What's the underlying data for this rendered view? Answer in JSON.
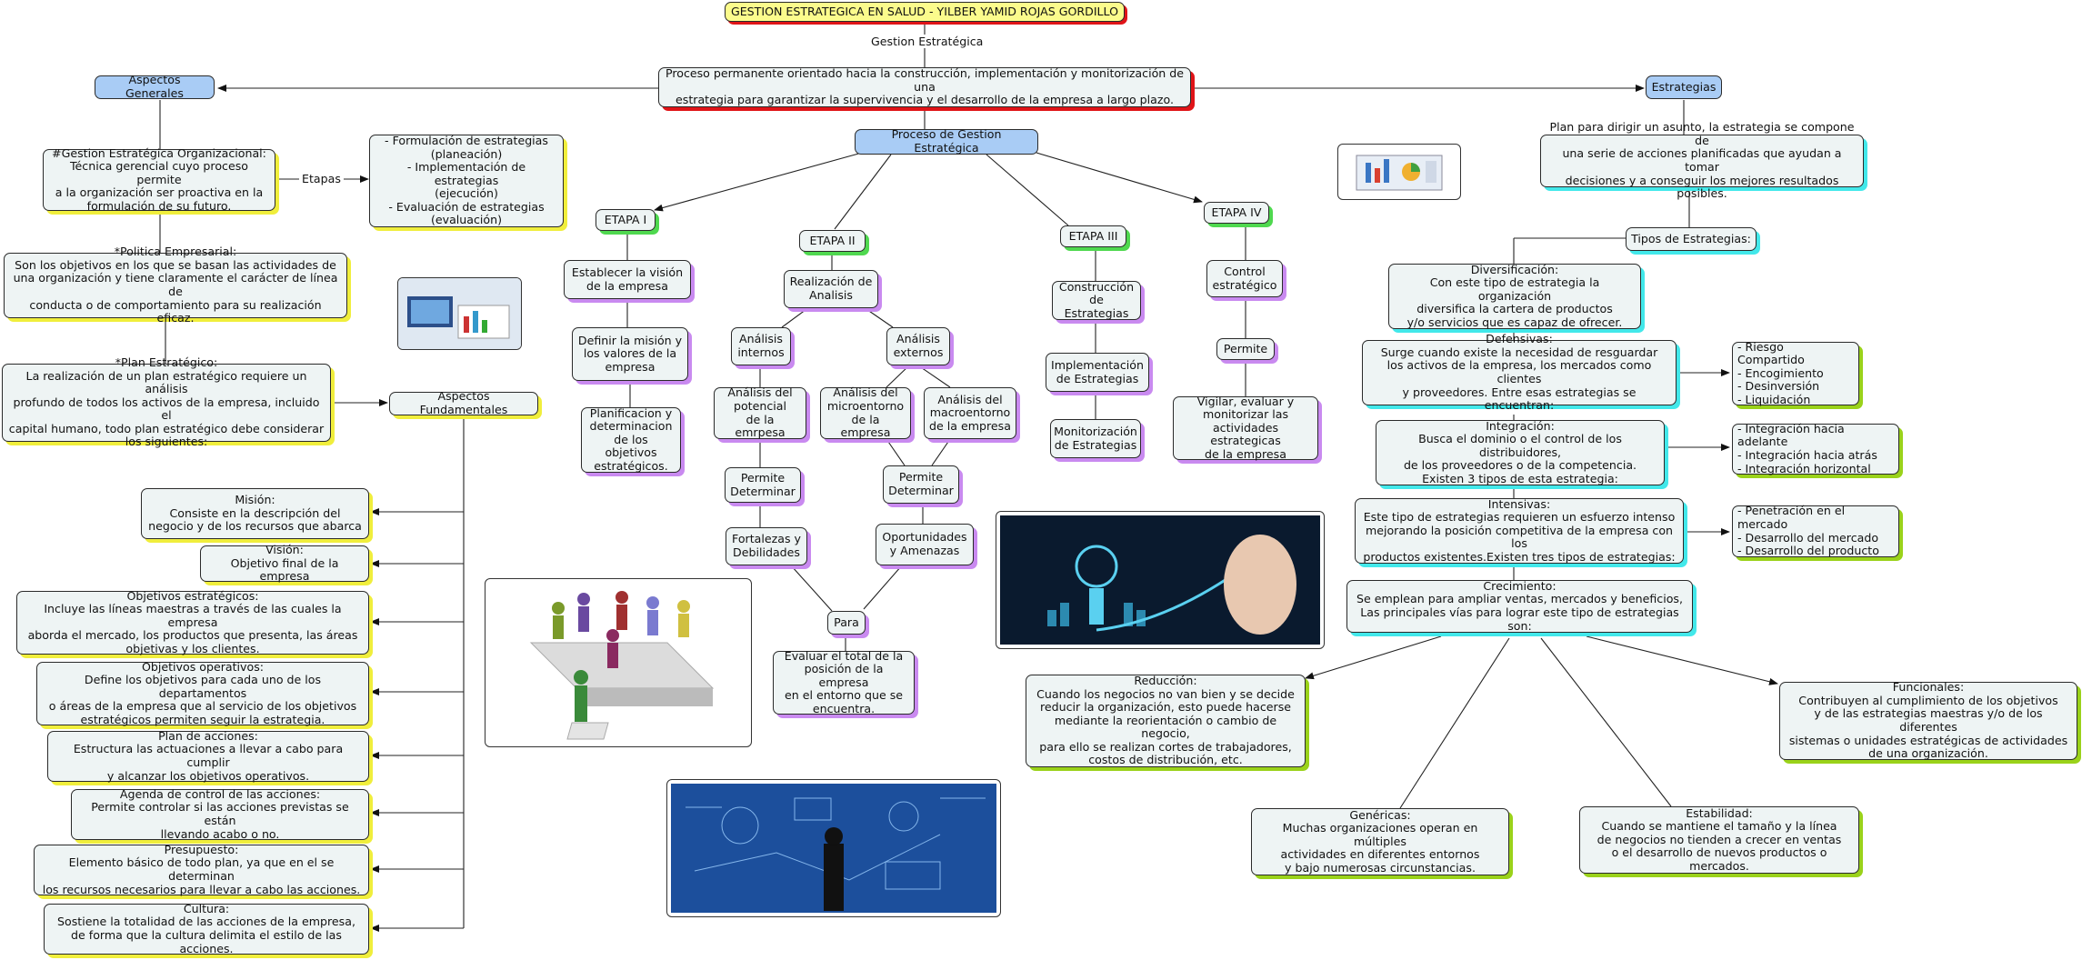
{
  "title": "GESTION ESTRATEGICA EN SALUD - YILBER YAMID ROJAS GORDILLO",
  "link_gestion": "Gestion Estratégica",
  "definition": "Proceso permanente orientado hacia la construcción, implementación y monitorización de una\nestrategia para garantizar la supervivencia y el desarrollo de la empresa a largo plazo.",
  "aspectos_generales": "Aspectos Generales",
  "estrategias": "Estrategias",
  "proceso": "Proceso de Gestion Estratégica",
  "gestion_org": "#Gestion Estratégica Organizacional:\nTécnica gerencial cuyo proceso permite\na la organización ser proactiva en la\nformulación de su futuro.",
  "link_etapas": "Etapas",
  "etapas_list": "- Formulación de estrategias\n(planeación)\n- Implementación de estrategias\n(ejecución)\n- Evaluación de estrategias\n(evaluación)",
  "politica": "*Politica Empresarial:\nSon los objetivos en los que se basan las actividades de\nuna organización y tiene claramente el carácter de línea de\nconducta o de comportamiento para su realización eficaz.",
  "plan": "*Plan Estratégico:\nLa realización de un plan estratégico requiere un análisis\nprofundo de todos los activos de la empresa, incluido el\ncapital humano, todo plan estratégico debe considerar\nlos siguientes:",
  "aspectos_fund": "Aspectos Fundamentales",
  "fundamentales": [
    "Misión:\nConsiste en la descripción del\nnegocio y de los recursos que abarca",
    "Visión:\nObjetivo final de la empresa",
    "Objetivos estratégicos:\nIncluye las líneas maestras a través de las cuales la empresa\naborda el mercado, los productos que presenta, las áreas\nobjetivas y los clientes.",
    "Objetivos operativos:\nDefine los objetivos para cada uno de los departamentos\no áreas de la empresa que al servicio de los objetivos\nestratégicos permiten seguir la estrategia.",
    "Plan de acciones:\nEstructura las actuaciones a llevar a cabo para cumplir\ny alcanzar los objetivos operativos.",
    "Agenda de control de las acciones:\nPermite controlar si las acciones previstas se están\nllevando acabo o no.",
    "Presupuesto:\nElemento básico de todo plan, ya que en el se determinan\nlos recursos necesarios para llevar a cabo las acciones.",
    "Cultura:\nSostiene la totalidad de las acciones de la empresa,\nde forma que la cultura delimita el estilo de las acciones."
  ],
  "etapa1": {
    "label": "ETAPA I",
    "items": [
      "Establecer la visión\nde la empresa",
      "Definir la misión y\nlos valores de la\nempresa",
      "Planificacion y\ndeterminacion\nde los objetivos\nestratégicos."
    ]
  },
  "etapa2": {
    "label": "ETAPA II",
    "realizacion": "Realización de\nAnalisis",
    "internos": "Análisis\ninternos",
    "externos": "Análisis\nexternos",
    "potencial": "Análisis del\npotencial\nde la emrpesa",
    "micro": "Análisis del\nmicroentorno\nde la empresa",
    "macro": "Análisis del\nmacroentorno\nde la empresa",
    "permite1": "Permite\nDeterminar",
    "permite2": "Permite\nDeterminar",
    "fortalezas": "Fortalezas y\nDebilidades",
    "oportunidades": "Oportunidades\ny Amenazas",
    "para": "Para",
    "evaluar": "Evaluar el total de la\nposición de la empresa\nen el entorno que se\nencuentra."
  },
  "etapa3": {
    "label": "ETAPA III",
    "items": [
      "Construcción\nde Estrategias",
      "Implementación\nde Estrategias",
      "Monitorización\nde Estrategias"
    ]
  },
  "etapa4": {
    "label": "ETAPA IV",
    "control": "Control\nestratégico",
    "permite": "Permite",
    "vigilar": "Vigilar, evaluar y\nmonitorizar las\nactividades estrategicas\nde la empresa"
  },
  "estrategia_def": "Plan para dirigir un asunto, la estrategia se compone de\nuna serie de acciones planificadas que ayudan a tomar\ndecisiones y a conseguir los mejores resultados posibles.",
  "tipos": "Tipos de Estrategias:",
  "diversificacion": "Diversificación:\nCon este tipo de estrategia la organización\ndiversifica la cartera de productos\ny/o servicios que es capaz de ofrecer.",
  "defensivas": "Defensivas:\nSurge cuando existe la necesidad de resguardar\nlos activos de la empresa, los mercados como clientes\ny proveedores. Entre esas estrategias se encuentran:",
  "defensivas_list": "- Riesgo Compartido\n- Encogimiento\n- Desinversión\n- Liquidación",
  "integracion": "Integración:\nBusca el dominio o el control de los distribuidores,\nde los proveedores o de la competencia.\nExisten 3 tipos de esta estrategia:",
  "integracion_list": "- Integración hacia adelante\n- Integración hacia atrás\n- Integración horizontal",
  "intensivas": "Intensivas:\nEste tipo de estrategias requieren un esfuerzo intenso\nmejorando la posición competitiva de la empresa con los\nproductos existentes.Existen tres tipos de estrategias:",
  "intensivas_list": "- Penetración en el mercado\n- Desarrollo del mercado\n- Desarrollo del producto",
  "crecimiento": "Crecimiento:\nSe emplean para ampliar ventas, mercados y beneficios,\nLas principales vías para lograr este tipo de estrategias son:",
  "reduccion": "Reducción:\nCuando los negocios no van bien y se decide\nreducir la organización, esto puede hacerse\nmediante la reorientación o cambio de negocio,\npara ello se realizan cortes de trabajadores,\ncostos de distribución, etc.",
  "funcionales": "Funcionales:\nContribuyen al cumplimiento de los objetivos\ny de las estrategias maestras y/o de los diferentes\nsistemas o unidades estratégicas de actividades\nde una organización.",
  "genericas": "Genéricas:\nMuchas organizaciones operan en múltiples\nactividades en diferentes entornos\ny bajo numerosas circunstancias.",
  "estabilidad": "Estabilidad:\nCuando se mantiene el tamaño y la línea\nde negocios no tienden a crecer en ventas\no el desarrollo de nuevos productos o mercados.",
  "colors": {
    "yellow": "#f0ee3c",
    "purple": "#c98af0",
    "green": "#4fd84f",
    "cyan": "#42e8ea",
    "olive": "#9ad21a",
    "red": "#e01418",
    "blue_node": "#a9ccf5",
    "node_bg": "#eef4f4"
  }
}
